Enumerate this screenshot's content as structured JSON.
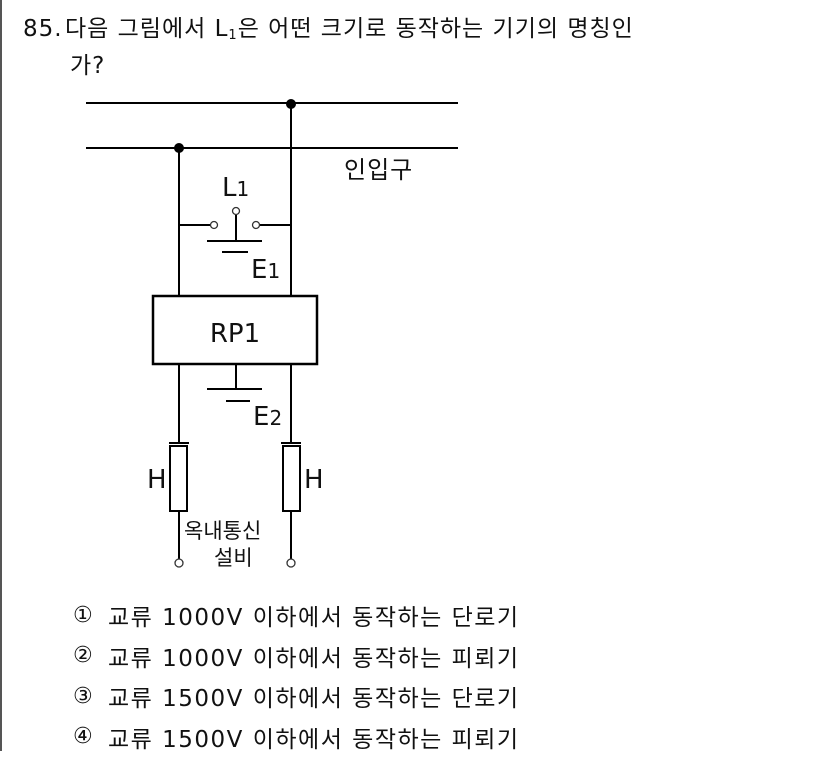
{
  "question": {
    "number": "85.",
    "text_before": "다음 그림에서 L",
    "subscript": "1",
    "text_after": "은 어떤 크기로 동작하는 기기의 명칭인",
    "text_line2": "가?"
  },
  "diagram": {
    "label_inlet": "인입구",
    "label_L": "L",
    "label_L_sub": "1",
    "label_E1": "E",
    "label_E1_sub": "1",
    "label_box": "RP1",
    "label_E2": "E",
    "label_E2_sub": "2",
    "label_H_left": "H",
    "label_H_right": "H",
    "label_indoor_line1": "옥내통신",
    "label_indoor_line2": "설비"
  },
  "choices": [
    {
      "mark": "①",
      "text": "교류 1000V 이하에서 동작하는 단로기"
    },
    {
      "mark": "②",
      "text": "교류 1000V 이하에서 동작하는 피뢰기"
    },
    {
      "mark": "③",
      "text": "교류 1500V 이하에서 동작하는 단로기"
    },
    {
      "mark": "④",
      "text": "교류 1500V 이하에서 동작하는 피뢰기"
    }
  ]
}
